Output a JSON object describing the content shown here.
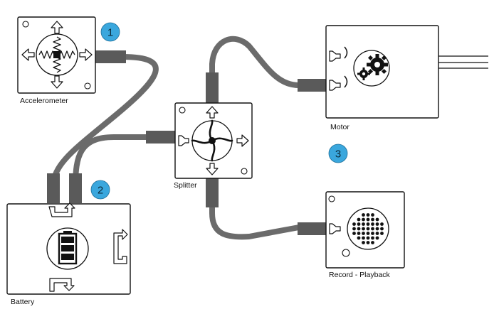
{
  "modules": {
    "accelerometer": {
      "label": "Accelerometer"
    },
    "battery": {
      "label": "Battery"
    },
    "splitter": {
      "label": "Splitter"
    },
    "motor": {
      "label": "Motor"
    },
    "record_playback": {
      "label": "Record - Playback"
    }
  },
  "badges": [
    {
      "number": "1"
    },
    {
      "number": "2"
    },
    {
      "number": "3"
    }
  ],
  "colors": {
    "cable": "#6b6b6b",
    "plug": "#5a5a5a",
    "badge": "#3aa7dd",
    "outline": "#111111"
  }
}
